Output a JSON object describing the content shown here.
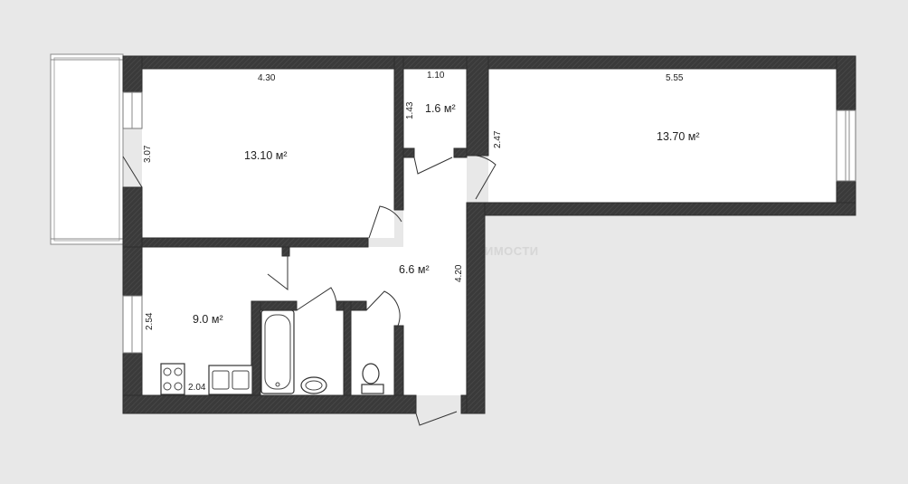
{
  "rooms": {
    "room_left": {
      "area": "13.10 м²",
      "width": "4.30",
      "depth": "3.07"
    },
    "storage": {
      "area": "1.6 м²",
      "width": "1.10",
      "depth": "1.43"
    },
    "room_right": {
      "area": "13.70 м²",
      "width": "5.55",
      "depth": "2.47"
    },
    "hall": {
      "area": "6.6 м²",
      "length": "4.20"
    },
    "kitchen": {
      "area": "9.0 м²",
      "depth": "2.54",
      "width": "2.04"
    }
  },
  "watermark": "ИМОСТИ",
  "colors": {
    "wall": "#3a3a3a",
    "floor": "#ffffff",
    "background": "#e8e8e8"
  }
}
